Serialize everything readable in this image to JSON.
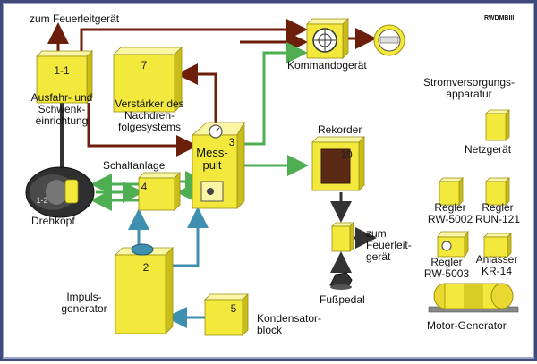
{
  "watermark": "RWDMBIII",
  "labels": {
    "zum_feuerleitgeraet_top": "zum Feuerleitgerät",
    "ausfahr": "Ausfahr- und\nSchwenk-\neinrichtung",
    "verstaerker": "Verstärker des\nNachdreh-\nfolgesystems",
    "kommandogeraet": "Kommandogerät",
    "stromversorgung": "Stromversorgungs-\napparatur",
    "messpult": "Mess-\npult",
    "rekorder": "Rekorder",
    "schaltanlage": "Schaltanlage",
    "netzgeraet": "Netzgerät",
    "drehkopf": "Drehkopf",
    "regler_rw5002": "Regler\nRW-5002",
    "regler_run121": "Regler\nRUN-121",
    "zum_feuerleitgeraet_right": "zum\nFeuerleit-\ngerät",
    "regler_rw5003": "Regler\nRW-5003",
    "anlasser": "Anlasser\nKR-14",
    "impulsgenerator": "Impuls-\ngenerator",
    "fusspedal": "Fußpedal",
    "kondensatorblock": "Kondensator-\nblock",
    "motorgenerator": "Motor-Generator"
  },
  "block_numbers": {
    "b1": "1-1",
    "b7": "7",
    "b3": "3",
    "b10": "10",
    "b4": "4",
    "b2": "2",
    "b5": "5",
    "b12": "1-2"
  },
  "colors": {
    "block_fill": "#f2e93c",
    "block_top": "#fbf6a6",
    "block_side": "#c9bd1c",
    "line_brown": "#6b1f0b",
    "line_green": "#4fae52",
    "line_teal": "#3f8fb0",
    "line_dark": "#333333"
  }
}
